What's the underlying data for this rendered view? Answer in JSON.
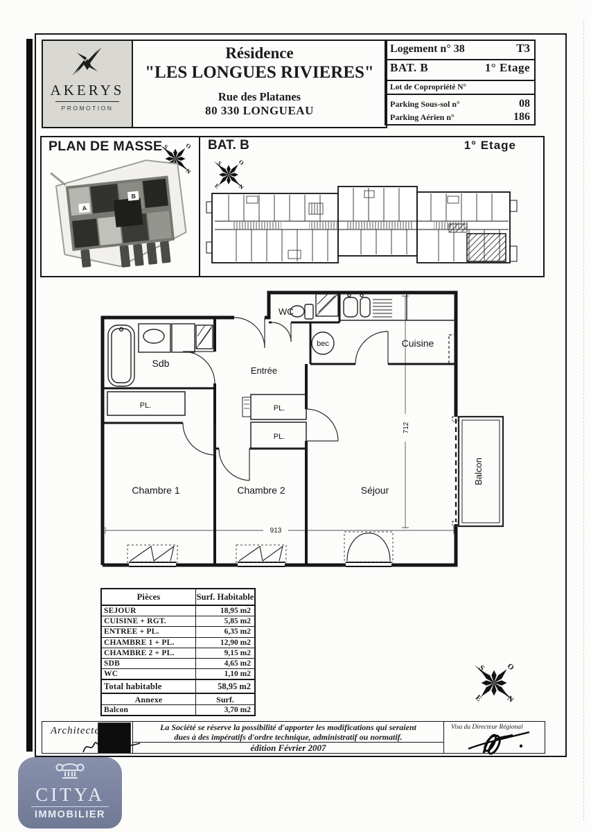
{
  "header": {
    "brand": {
      "name": "AKERYS",
      "tagline": "PROMOTION"
    },
    "title": {
      "residence": "Résidence",
      "name": "\"LES LONGUES RIVIERES\"",
      "street": "Rue des Platanes",
      "city": "80 330 LONGUEAU"
    },
    "unit": {
      "logement": "Logement n° 38",
      "type": "T3",
      "batiment": "BAT. B",
      "etage": "1° Etage",
      "lot": "Lot de Copropriété N°",
      "parking_soussol_label": "Parking Sous-sol n°",
      "parking_soussol_num": "08",
      "parking_aerien_label": "Parking Aérien n°",
      "parking_aerien_num": "186"
    }
  },
  "site": {
    "title": "PLAN DE MASSE",
    "building_a": "A",
    "building_b": "B"
  },
  "overview": {
    "batiment": "BAT. B",
    "etage": "1° Etage"
  },
  "compass": {
    "nw": "S",
    "ne": "O",
    "sw": "E",
    "se": "N"
  },
  "floorplan": {
    "labels": {
      "wc": "WC",
      "bec": "bec",
      "cuisine": "Cuisine",
      "sdb": "Sdb",
      "entree": "Entrée",
      "pl": "PL.",
      "chambre1": "Chambre 1",
      "chambre2": "Chambre 2",
      "sejour": "Séjour",
      "balcon": "Balcon"
    },
    "dimensions": {
      "width": "913",
      "depth": "712"
    }
  },
  "areas": {
    "col_piece": "Pièces",
    "col_surface": "Surf. Habitable",
    "rows": [
      {
        "piece": "SEJOUR",
        "surface": "18,95 m2"
      },
      {
        "piece": "CUISINE + RGT.",
        "surface": "5,85 m2"
      },
      {
        "piece": "ENTREE + PL.",
        "surface": "6,35 m2"
      },
      {
        "piece": "CHAMBRE 1 + PL.",
        "surface": "12,90 m2"
      },
      {
        "piece": "CHAMBRE 2 + PL.",
        "surface": "9,15 m2"
      },
      {
        "piece": "SDB",
        "surface": "4,65 m2"
      },
      {
        "piece": "WC",
        "surface": "1,10 m2"
      }
    ],
    "total": {
      "piece": "Total habitable",
      "surface": "58,95 m2"
    },
    "annexe": {
      "header": "Annexe",
      "surface_header": "Surf."
    },
    "annexe_rows": [
      {
        "piece": "Balcon",
        "surface": "3,70 m2"
      }
    ]
  },
  "footer": {
    "architecte": "Architecte",
    "disclaimer_line1": "La Société se réserve la possibilité d'apporter les modifications qui seraient",
    "disclaimer_line2": "dues à des impératifs d'ordre technique, administratif ou normatif.",
    "edition": "édition Février 2007",
    "visa": "Visa du Directeur Régional"
  },
  "citya": {
    "name": "CITYA",
    "division": "IMMOBILIER"
  },
  "colors": {
    "citya_badge": "#7a84a0",
    "paper": "#fcfcfa",
    "ink": "#161616"
  }
}
